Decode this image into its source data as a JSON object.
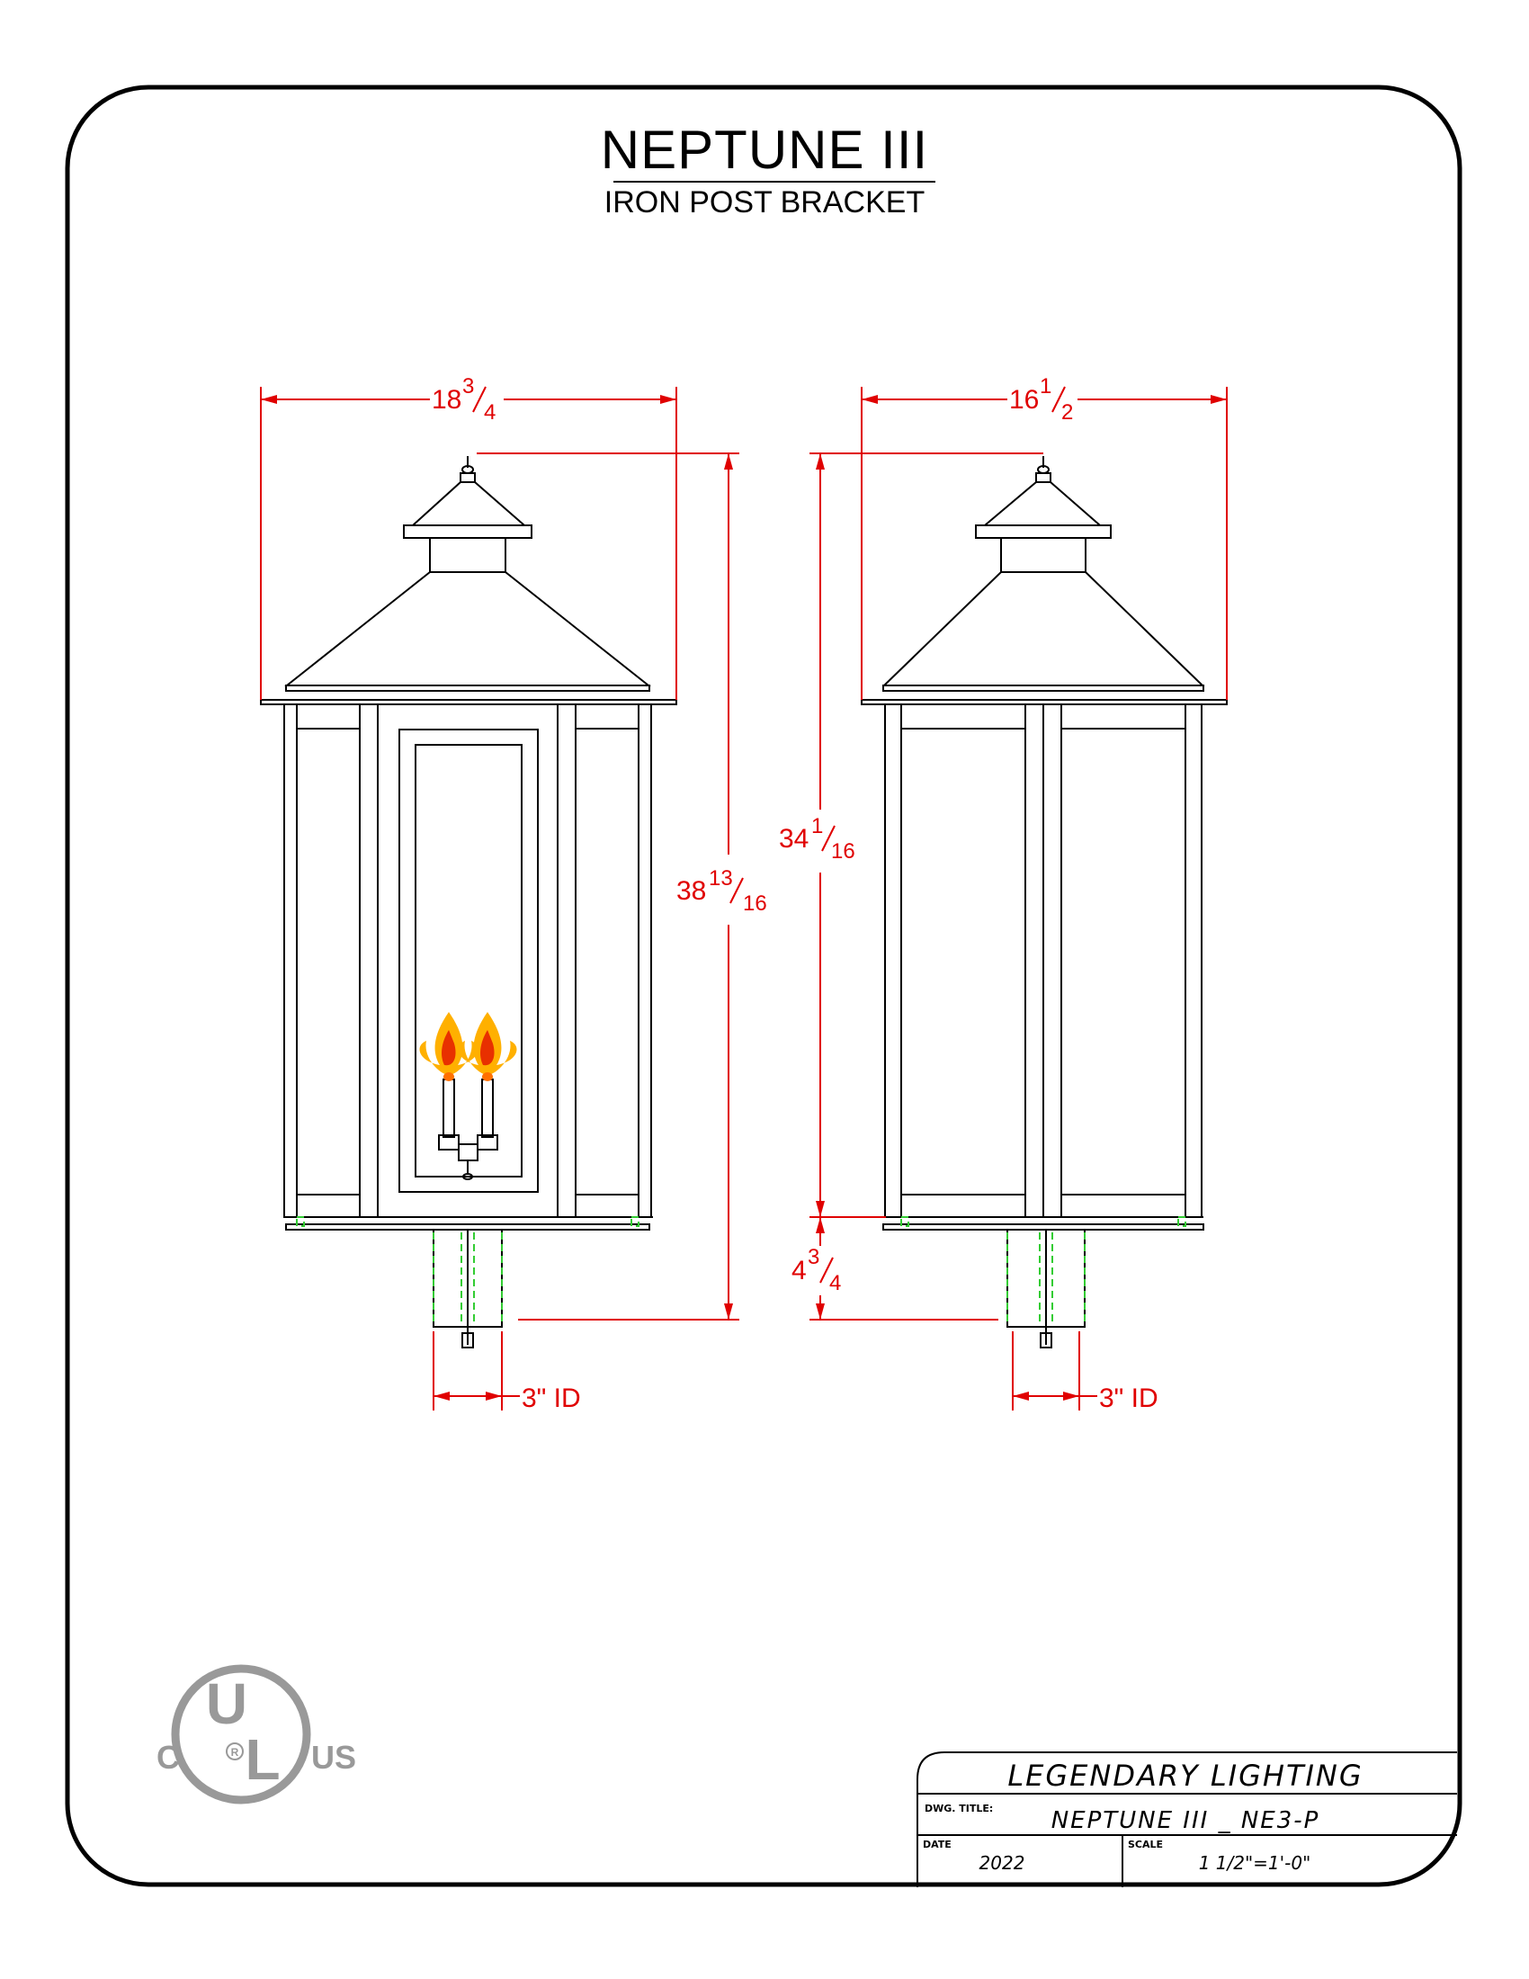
{
  "title": "NEPTUNE III",
  "subtitle": "IRON POST BRACKET",
  "dimensions": {
    "front_width": {
      "whole": "18",
      "num": "3",
      "den": "4"
    },
    "front_height": {
      "whole": "38",
      "num": "13",
      "den": "16"
    },
    "side_width": {
      "whole": "16",
      "num": "1",
      "den": "2"
    },
    "side_height": {
      "whole": "34",
      "num": "1",
      "den": "16"
    },
    "post_height": {
      "whole": "4",
      "num": "3",
      "den": "4"
    },
    "front_post_id": "3\" ID",
    "side_post_id": "3\" ID"
  },
  "logo": {
    "brand_letters": "UL",
    "left_mark": "C",
    "right_mark": "US",
    "registered": "R"
  },
  "title_block": {
    "company": "LEGENDARY LIGHTING",
    "dwg_title_label": "DWG. TITLE:",
    "dwg_title": "NEPTUNE III _ NE3-P",
    "date_label": "DATE",
    "date": "2022",
    "scale_label": "SCALE",
    "scale": "1 1/2\"=1'-0\""
  },
  "colors": {
    "dimension": "#e00000",
    "hidden_line": "#33cc33",
    "line": "#000000",
    "logo": "#999999"
  }
}
